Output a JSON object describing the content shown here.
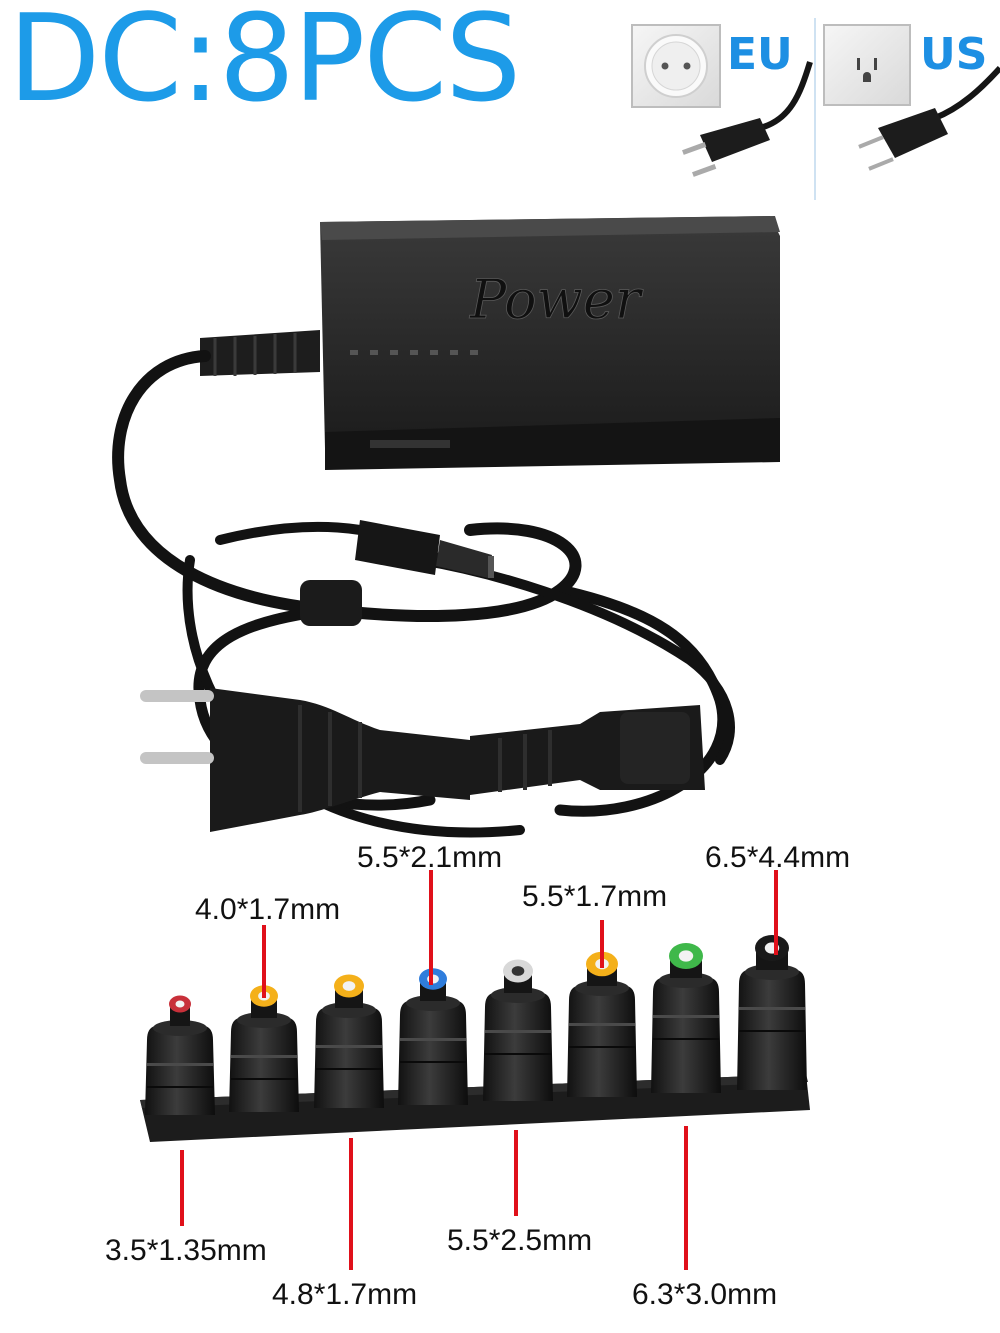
{
  "title": "DC:8PCS",
  "plug_regions": [
    {
      "label": "EU",
      "icon": "eu-socket-icon"
    },
    {
      "label": "US",
      "icon": "us-socket-icon"
    }
  ],
  "adapter": {
    "brand": "Power"
  },
  "tips": [
    {
      "size": "3.5*1.35mm",
      "tip_color": "#c8303a"
    },
    {
      "size": "4.0*1.7mm",
      "tip_color": "#f4b01a"
    },
    {
      "size": "4.8*1.7mm",
      "tip_color": "#f4b01a"
    },
    {
      "size": "5.5*2.1mm",
      "tip_color": "#2f7ddc"
    },
    {
      "size": "5.5*2.5mm",
      "tip_color": "#d8d8d8"
    },
    {
      "size": "5.5*1.7mm",
      "tip_color": "#f4b01a"
    },
    {
      "size": "6.3*3.0mm",
      "tip_color": "#3fb84a"
    },
    {
      "size": "6.5*4.4mm",
      "tip_color": "#1a1a1a"
    }
  ],
  "colors": {
    "title": "#1d9be8",
    "leader": "#e0101a"
  }
}
